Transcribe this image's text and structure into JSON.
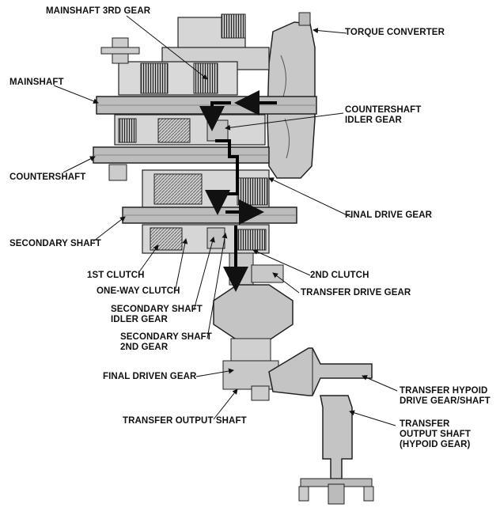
{
  "diagram": {
    "labels": {
      "mainshaft_3rd_gear": "MAINSHAFT 3RD GEAR",
      "torque_converter": "TORQUE CONVERTER",
      "mainshaft": "MAINSHAFT",
      "countershaft_idler_gear_1": "COUNTERSHAFT",
      "countershaft_idler_gear_2": "IDLER GEAR",
      "countershaft": "COUNTERSHAFT",
      "final_drive_gear": "FINAL DRIVE GEAR",
      "secondary_shaft": "SECONDARY SHAFT",
      "first_clutch": "1ST CLUTCH",
      "second_clutch": "2ND CLUTCH",
      "one_way_clutch": "ONE-WAY CLUTCH",
      "transfer_drive_gear": "TRANSFER DRIVE GEAR",
      "secondary_shaft_idler_gear_1": "SECONDARY SHAFT",
      "secondary_shaft_idler_gear_2": "IDLER GEAR",
      "secondary_shaft_2nd_gear_1": "SECONDARY SHAFT",
      "secondary_shaft_2nd_gear_2": "2ND GEAR",
      "final_driven_gear": "FINAL DRIVEN GEAR",
      "transfer_hypoid_1": "TRANSFER HYPOID",
      "transfer_hypoid_2": "DRIVE GEAR/SHAFT",
      "transfer_output_shaft": "TRANSFER OUTPUT SHAFT",
      "transfer_output_hypoid_1": "TRANSFER",
      "transfer_output_hypoid_2": "OUTPUT SHAFT",
      "transfer_output_hypoid_3": "(HYPOID GEAR)"
    }
  }
}
